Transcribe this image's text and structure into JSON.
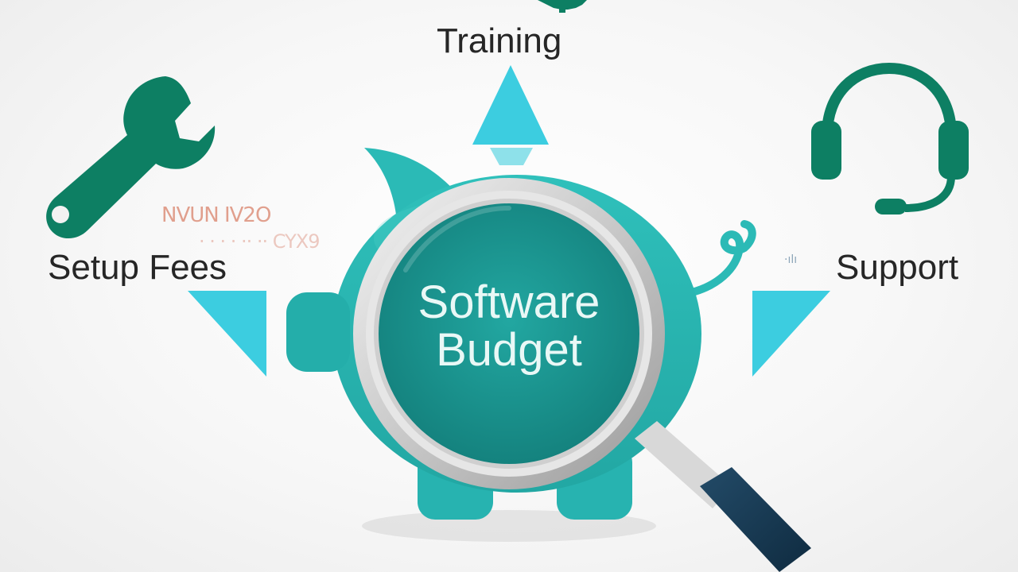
{
  "diagram": {
    "center": {
      "line1": "Software",
      "line2": "Budget"
    },
    "nodes": {
      "top": {
        "label": "Training",
        "icon": "gear-icon"
      },
      "left": {
        "label": "Setup Fees",
        "icon": "wrench-icon"
      },
      "right": {
        "label": "Support",
        "icon": "headset-icon"
      }
    },
    "illustration": {
      "container": "piggy-bank",
      "lens": "magnifying-glass"
    },
    "faded_text": {
      "left_line1": "NVUN IV2O",
      "left_line2": "· · · · ·· ·· CYX9",
      "right_fragment": "·ılı"
    },
    "colors": {
      "dark_green": "#0d7f63",
      "teal": "#27b3b0",
      "cyan_arrow": "#3ccde0",
      "lens_fill": "#1b9a95",
      "handle": "#173a55",
      "text": "#262626"
    }
  }
}
